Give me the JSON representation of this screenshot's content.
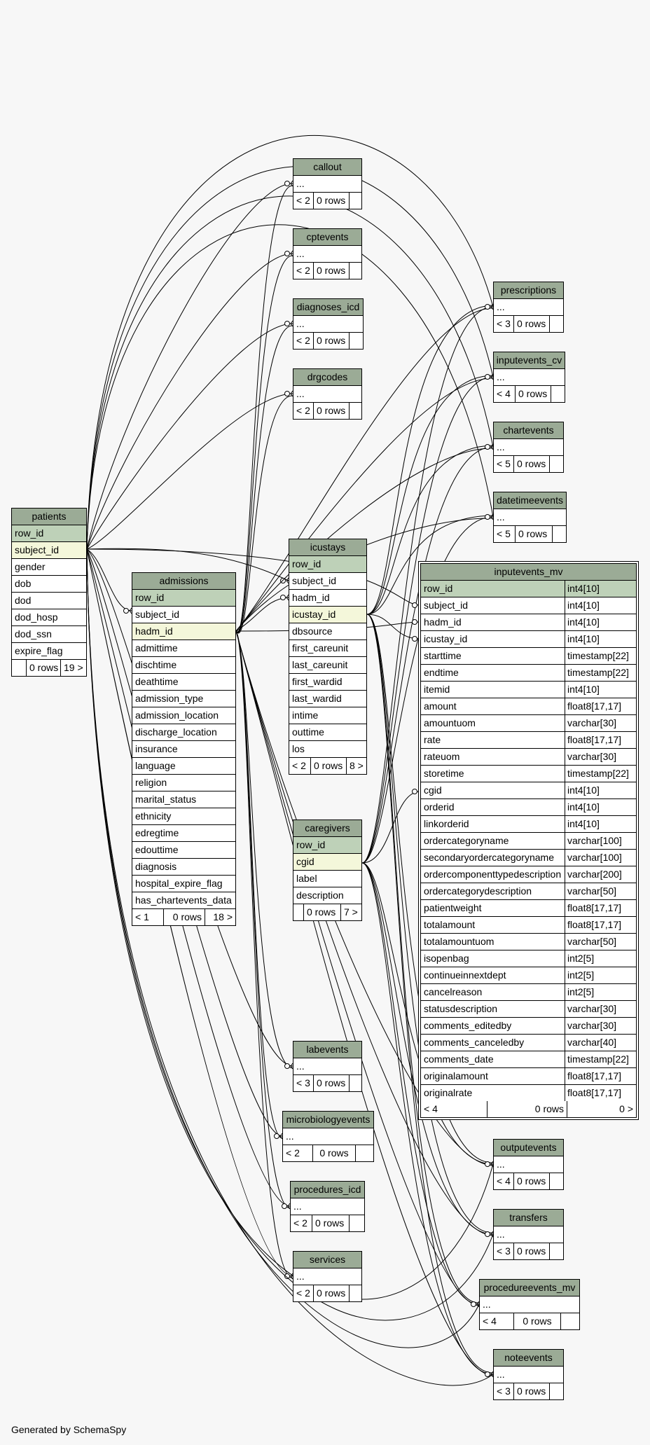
{
  "generator_label": "Generated by SchemaSpy",
  "tables": {
    "patients": {
      "name": "patients",
      "columns": [
        "row_id",
        "subject_id",
        "gender",
        "dob",
        "dod",
        "dod_hosp",
        "dod_ssn",
        "expire_flag"
      ],
      "footer": [
        "",
        "0 rows",
        "19 >"
      ]
    },
    "admissions": {
      "name": "admissions",
      "columns": [
        "row_id",
        "subject_id",
        "hadm_id",
        "admittime",
        "dischtime",
        "deathtime",
        "admission_type",
        "admission_location",
        "discharge_location",
        "insurance",
        "language",
        "religion",
        "marital_status",
        "ethnicity",
        "edregtime",
        "edouttime",
        "diagnosis",
        "hospital_expire_flag",
        "has_chartevents_data"
      ],
      "footer": [
        "< 1",
        "0 rows",
        "18 >"
      ]
    },
    "icustays": {
      "name": "icustays",
      "columns": [
        "row_id",
        "subject_id",
        "hadm_id",
        "icustay_id",
        "dbsource",
        "first_careunit",
        "last_careunit",
        "first_wardid",
        "last_wardid",
        "intime",
        "outtime",
        "los"
      ],
      "footer": [
        "< 2",
        "0 rows",
        "8 >"
      ]
    },
    "caregivers": {
      "name": "caregivers",
      "columns": [
        "row_id",
        "cgid",
        "label",
        "description"
      ],
      "footer": [
        "",
        "0 rows",
        "7 >"
      ]
    },
    "callout": {
      "name": "callout",
      "columns": [
        "..."
      ],
      "footer": [
        "< 2",
        "0 rows",
        ""
      ]
    },
    "cptevents": {
      "name": "cptevents",
      "columns": [
        "..."
      ],
      "footer": [
        "< 2",
        "0 rows",
        ""
      ]
    },
    "diagnoses_icd": {
      "name": "diagnoses_icd",
      "columns": [
        "..."
      ],
      "footer": [
        "< 2",
        "0 rows",
        ""
      ]
    },
    "drgcodes": {
      "name": "drgcodes",
      "columns": [
        "..."
      ],
      "footer": [
        "< 2",
        "0 rows",
        ""
      ]
    },
    "labevents": {
      "name": "labevents",
      "columns": [
        "..."
      ],
      "footer": [
        "< 3",
        "0 rows",
        ""
      ]
    },
    "microbiologyevents": {
      "name": "microbiologyevents",
      "columns": [
        "..."
      ],
      "footer": [
        "< 2",
        "0 rows",
        ""
      ]
    },
    "procedures_icd": {
      "name": "procedures_icd",
      "columns": [
        "..."
      ],
      "footer": [
        "< 2",
        "0 rows",
        ""
      ]
    },
    "services": {
      "name": "services",
      "columns": [
        "..."
      ],
      "footer": [
        "< 2",
        "0 rows",
        ""
      ]
    },
    "prescriptions": {
      "name": "prescriptions",
      "columns": [
        "..."
      ],
      "footer": [
        "< 3",
        "0 rows",
        ""
      ]
    },
    "inputevents_cv": {
      "name": "inputevents_cv",
      "columns": [
        "..."
      ],
      "footer": [
        "< 4",
        "0 rows",
        ""
      ]
    },
    "chartevents": {
      "name": "chartevents",
      "columns": [
        "..."
      ],
      "footer": [
        "< 5",
        "0 rows",
        ""
      ]
    },
    "datetimeevents": {
      "name": "datetimeevents",
      "columns": [
        "..."
      ],
      "footer": [
        "< 5",
        "0 rows",
        ""
      ]
    },
    "outputevents": {
      "name": "outputevents",
      "columns": [
        "..."
      ],
      "footer": [
        "< 4",
        "0 rows",
        ""
      ]
    },
    "transfers": {
      "name": "transfers",
      "columns": [
        "..."
      ],
      "footer": [
        "< 3",
        "0 rows",
        ""
      ]
    },
    "procedureevents_mv": {
      "name": "procedureevents_mv",
      "columns": [
        "..."
      ],
      "footer": [
        "< 4",
        "0 rows",
        ""
      ]
    },
    "noteevents": {
      "name": "noteevents",
      "columns": [
        "..."
      ],
      "footer": [
        "< 3",
        "0 rows",
        ""
      ]
    },
    "inputevents_mv": {
      "name": "inputevents_mv",
      "columns": [
        [
          "row_id",
          "int4[10]"
        ],
        [
          "subject_id",
          "int4[10]"
        ],
        [
          "hadm_id",
          "int4[10]"
        ],
        [
          "icustay_id",
          "int4[10]"
        ],
        [
          "starttime",
          "timestamp[22]"
        ],
        [
          "endtime",
          "timestamp[22]"
        ],
        [
          "itemid",
          "int4[10]"
        ],
        [
          "amount",
          "float8[17,17]"
        ],
        [
          "amountuom",
          "varchar[30]"
        ],
        [
          "rate",
          "float8[17,17]"
        ],
        [
          "rateuom",
          "varchar[30]"
        ],
        [
          "storetime",
          "timestamp[22]"
        ],
        [
          "cgid",
          "int4[10]"
        ],
        [
          "orderid",
          "int4[10]"
        ],
        [
          "linkorderid",
          "int4[10]"
        ],
        [
          "ordercategoryname",
          "varchar[100]"
        ],
        [
          "secondaryordercategoryname",
          "varchar[100]"
        ],
        [
          "ordercomponenttypedescription",
          "varchar[200]"
        ],
        [
          "ordercategorydescription",
          "varchar[50]"
        ],
        [
          "patientweight",
          "float8[17,17]"
        ],
        [
          "totalamount",
          "float8[17,17]"
        ],
        [
          "totalamountuom",
          "varchar[50]"
        ],
        [
          "isopenbag",
          "int2[5]"
        ],
        [
          "continueinnextdept",
          "int2[5]"
        ],
        [
          "cancelreason",
          "int2[5]"
        ],
        [
          "statusdescription",
          "varchar[30]"
        ],
        [
          "comments_editedby",
          "varchar[30]"
        ],
        [
          "comments_canceledby",
          "varchar[40]"
        ],
        [
          "comments_date",
          "timestamp[22]"
        ],
        [
          "originalamount",
          "float8[17,17]"
        ],
        [
          "originalrate",
          "float8[17,17]"
        ]
      ],
      "footer": [
        "< 4",
        "0 rows",
        "0 >"
      ]
    }
  }
}
